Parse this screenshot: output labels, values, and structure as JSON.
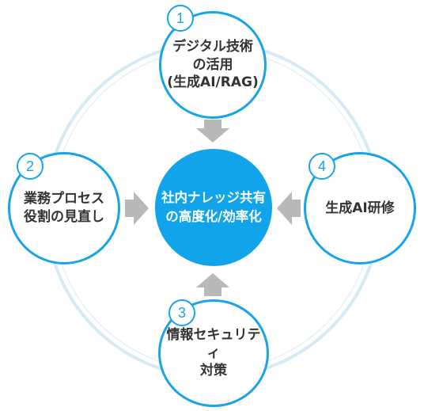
{
  "colors": {
    "accent": "#1aa3e8",
    "center_fill": "#12a4ea",
    "ring": "#c9e3f1",
    "arrow": "#b8b8b8",
    "text": "#333333"
  },
  "center": {
    "text": "社内ナレッジ共有\nの高度化/効率化"
  },
  "nodes": [
    {
      "number": "1",
      "text": "デジタル技術\nの活用\n(生成AI/RAG)"
    },
    {
      "number": "2",
      "text": "業務プロセス\n役割の見直し"
    },
    {
      "number": "3",
      "text": "情報セキュリティ\n対策"
    },
    {
      "number": "4",
      "text": "生成AI研修"
    }
  ]
}
